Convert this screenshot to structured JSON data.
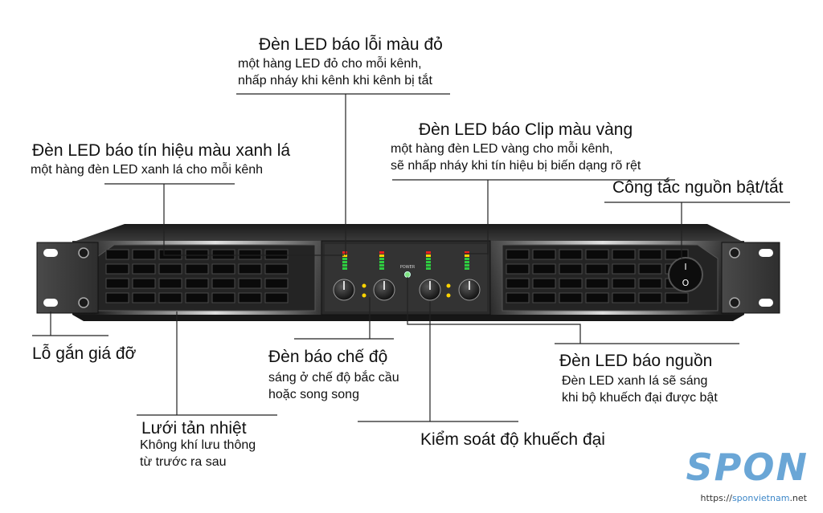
{
  "labels": {
    "error_led": {
      "title": "Đèn LED báo lỗi màu đỏ",
      "line1": "một hàng LED đỏ cho mỗi kênh,",
      "line2": "nhấp nháy khi kênh khi kênh bị tắt"
    },
    "signal_led": {
      "title": "Đèn LED báo tín hiệu màu xanh lá",
      "line1": "một hàng đèn LED xanh lá cho mỗi kênh"
    },
    "clip_led": {
      "title": "Đèn LED báo Clip màu vàng",
      "line1": "một hàng đèn LED vàng cho mỗi kênh,",
      "line2": "sẽ nhấp nháy khi tín hiệu bị biến dạng rõ rệt"
    },
    "power_switch": {
      "title": "Công tắc nguồn bật/tắt"
    },
    "rack_holes": {
      "title": "Lỗ gắn giá đỡ"
    },
    "mode_led": {
      "title": "Đèn báo chế độ",
      "line1": "sáng ở chế độ bắc cầu",
      "line2": "hoặc song song"
    },
    "power_led": {
      "title": "Đèn LED báo nguồn",
      "line1": "Đèn LED xanh lá sẽ sáng",
      "line2": "khi bộ khuếch đại được bật"
    },
    "heatsink": {
      "title": "Lưới tản nhiệt",
      "line1": "Không khí lưu thông",
      "line2": "từ trước ra sau"
    },
    "gain": {
      "title": "Kiểm soát độ khuếch đại"
    }
  },
  "panel": {
    "power_text": "POWER",
    "switch_on": "I",
    "switch_off": "O"
  },
  "brand": {
    "logo": "SPON",
    "url_prefix": "https://",
    "url_host": "sponvietnam",
    "url_suffix": ".net"
  },
  "colors": {
    "led_green": "#2ecc40",
    "led_yellow": "#ffd400",
    "led_red": "#e82020",
    "power_led": "#7fe27f",
    "logo_blue": "#6aa6d6"
  }
}
